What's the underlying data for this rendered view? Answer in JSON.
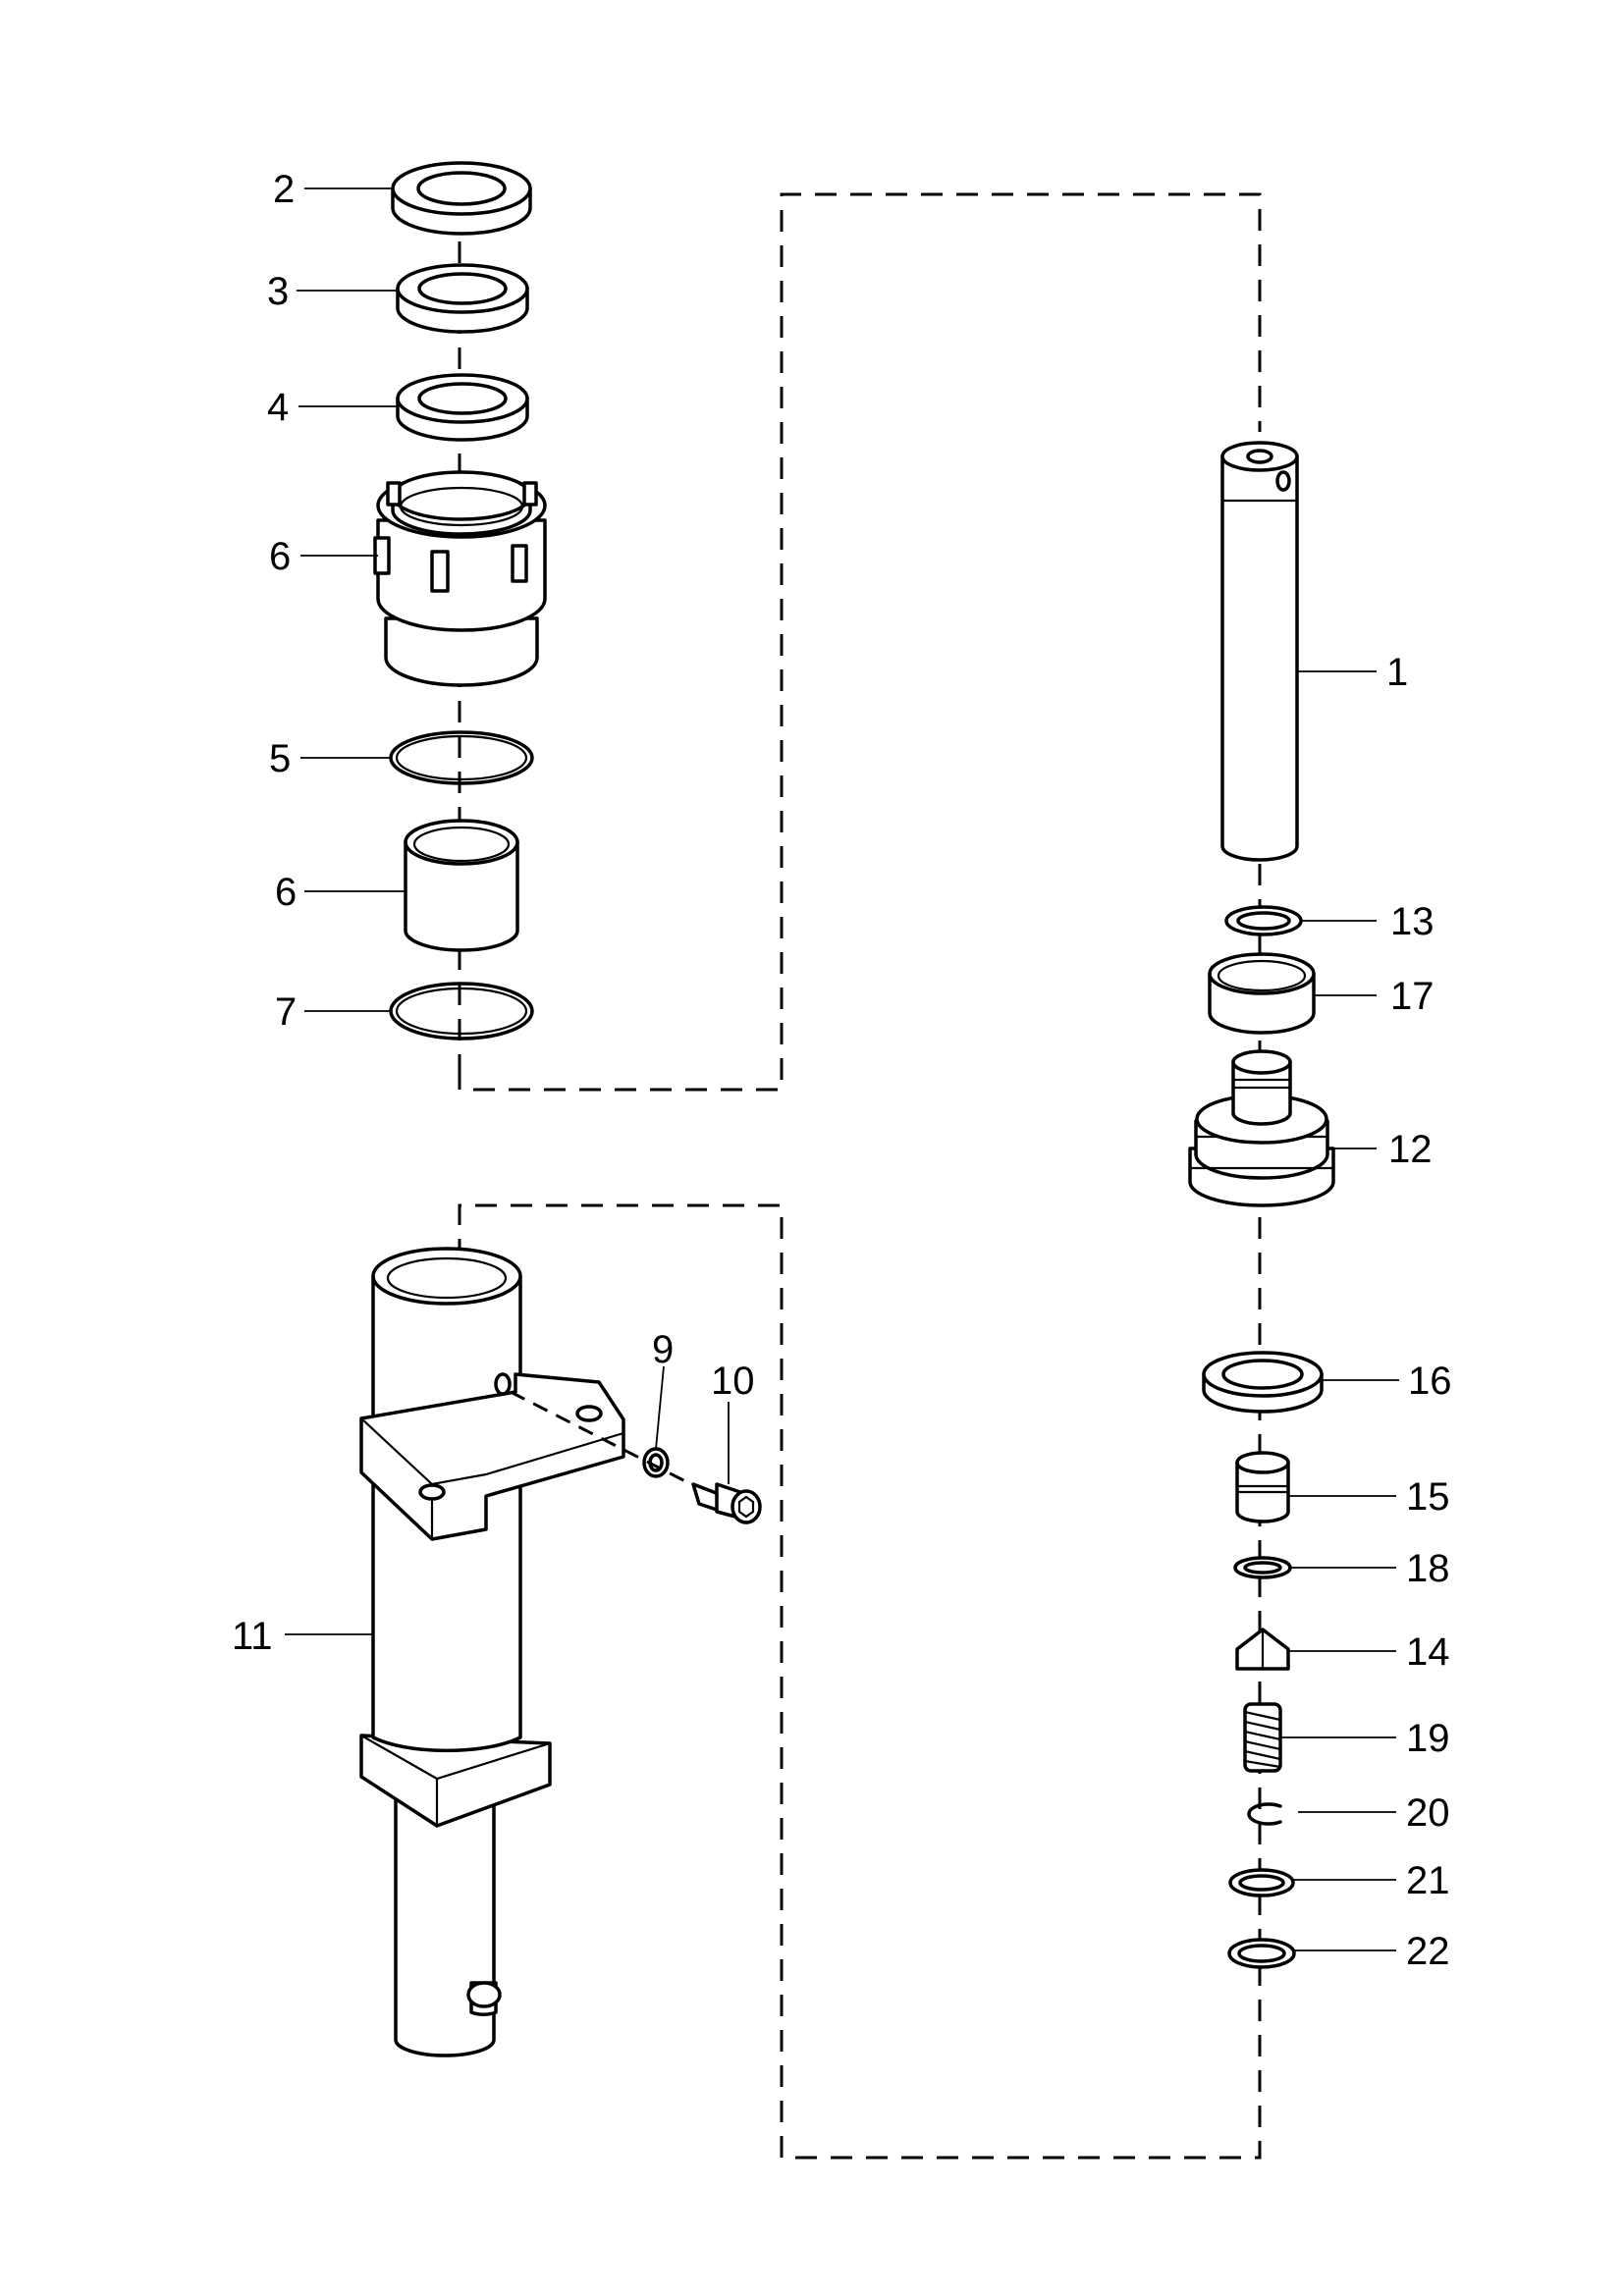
{
  "callouts": {
    "c1": "1",
    "c2": "2",
    "c3": "3",
    "c4": "4",
    "c5": "5",
    "c6a": "6",
    "c6b": "6",
    "c7": "7",
    "c9": "9",
    "c10": "10",
    "c11": "11",
    "c12": "12",
    "c13": "13",
    "c14": "14",
    "c15": "15",
    "c16": "16",
    "c17": "17",
    "c18": "18",
    "c19": "19",
    "c20": "20",
    "c21": "21",
    "c22": "22"
  }
}
